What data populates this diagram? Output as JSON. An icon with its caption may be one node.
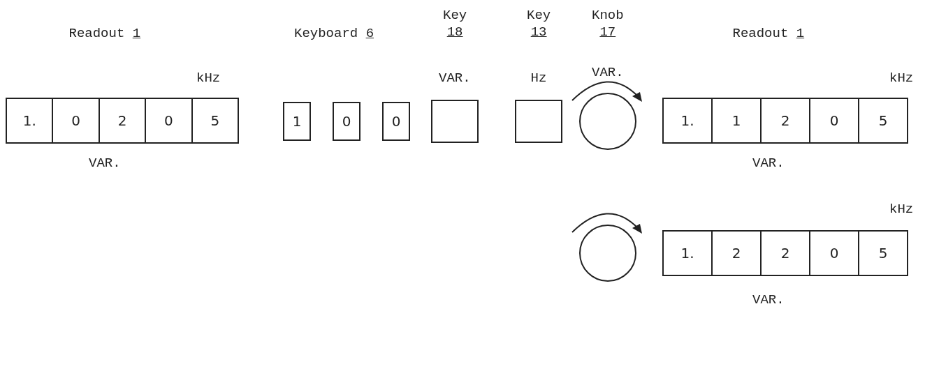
{
  "diagram": {
    "nodes": [
      {
        "text": [],
        "shape": "box",
        "beside": [
          "kHz",
          "VAR."
        ]
      },
      {
        "text": [
          "1."
        ],
        "in": 0
      },
      {
        "text": [
          "0"
        ],
        "in": 0
      },
      {
        "text": [
          "2"
        ],
        "in": 0
      },
      {
        "text": [
          "0"
        ],
        "in": 0
      },
      {
        "text": [
          "5"
        ],
        "in": 0
      },
      {
        "text": [
          "1"
        ]
      },
      {
        "text": [
          "0"
        ]
      },
      {
        "text": [
          "0"
        ]
      },
      {
        "text": [],
        "shape": "box",
        "beside": [
          "VAR."
        ]
      },
      {
        "text": [],
        "shape": "box",
        "beside": [
          "Hz"
        ]
      },
      {
        "text": [],
        "shape": "circle",
        "beside": [
          "VAR."
        ]
      },
      {
        "text": [],
        "shape": "box",
        "beside": [
          "kHz",
          "VAR."
        ]
      },
      {
        "text": [
          "1."
        ],
        "in": 12
      },
      {
        "text": [
          "1"
        ],
        "in": 12
      },
      {
        "text": [
          "2"
        ],
        "in": 12
      },
      {
        "text": [
          "0"
        ],
        "in": 12
      },
      {
        "text": [
          "5"
        ],
        "in": 12
      },
      {
        "text": [],
        "shape": "circle"
      },
      {
        "text": [],
        "shape": "box",
        "beside": [
          "kHz",
          "VAR."
        ]
      },
      {
        "text": [
          "1."
        ],
        "in": 19
      },
      {
        "text": [
          "2"
        ],
        "in": 19
      },
      {
        "text": [
          "2"
        ],
        "in": 19
      },
      {
        "text": [
          "0"
        ],
        "in": 19
      },
      {
        "text": [
          "5"
        ],
        "in": 19
      }
    ],
    "edges": [],
    "labels": [
      "Readout 1",
      "Keyboard 6",
      "Key 18",
      "Key 13",
      "Knob 17",
      "Readout 1"
    ]
  }
}
